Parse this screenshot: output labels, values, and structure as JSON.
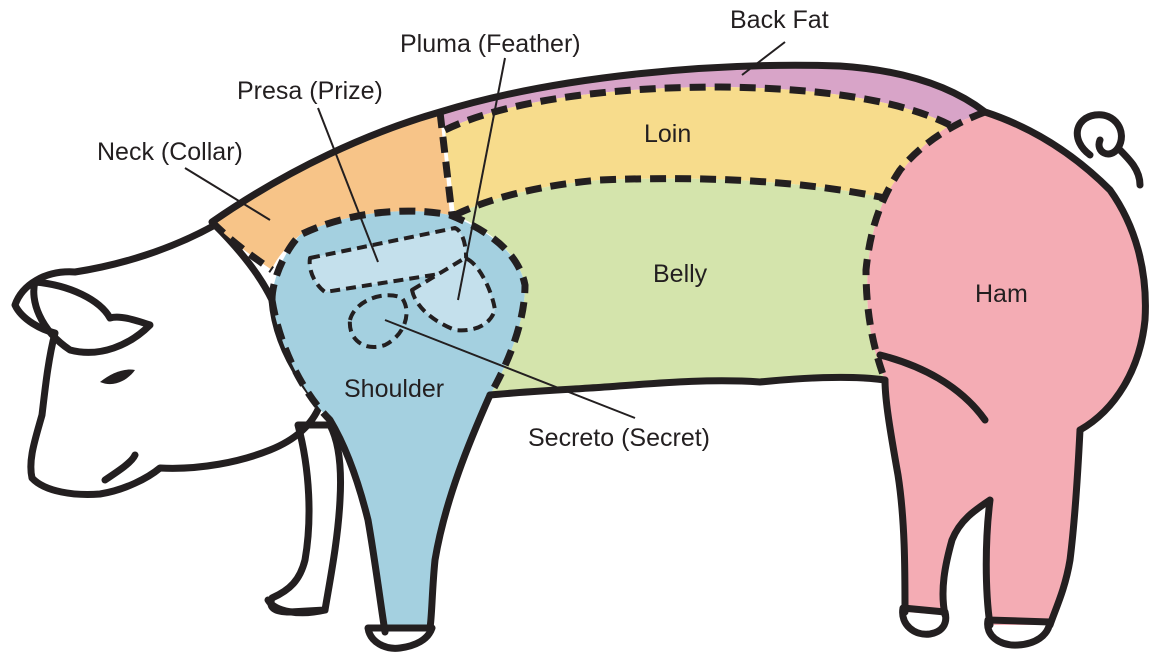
{
  "diagram": {
    "regions": [
      {
        "id": "back-fat",
        "label": "Back Fat",
        "color": "#d8a4c8"
      },
      {
        "id": "neck",
        "label": "Neck (Collar)",
        "color": "#f7c488"
      },
      {
        "id": "loin",
        "label": "Loin",
        "color": "#f7dc8c"
      },
      {
        "id": "belly",
        "label": "Belly",
        "color": "#d4e4ac"
      },
      {
        "id": "shoulder",
        "label": "Shoulder",
        "color": "#a4d0e0"
      },
      {
        "id": "ham",
        "label": "Ham",
        "color": "#f4acb4"
      },
      {
        "id": "presa",
        "label": "Presa (Prize)",
        "color": "#c4e0ec"
      },
      {
        "id": "pluma",
        "label": "Pluma (Feather)",
        "color": "#c4e0ec"
      },
      {
        "id": "secreto",
        "label": "Secreto (Secret)",
        "color": "#a4d0e0"
      }
    ],
    "outline_color": "#231f20",
    "body_color": "#ffffff"
  }
}
